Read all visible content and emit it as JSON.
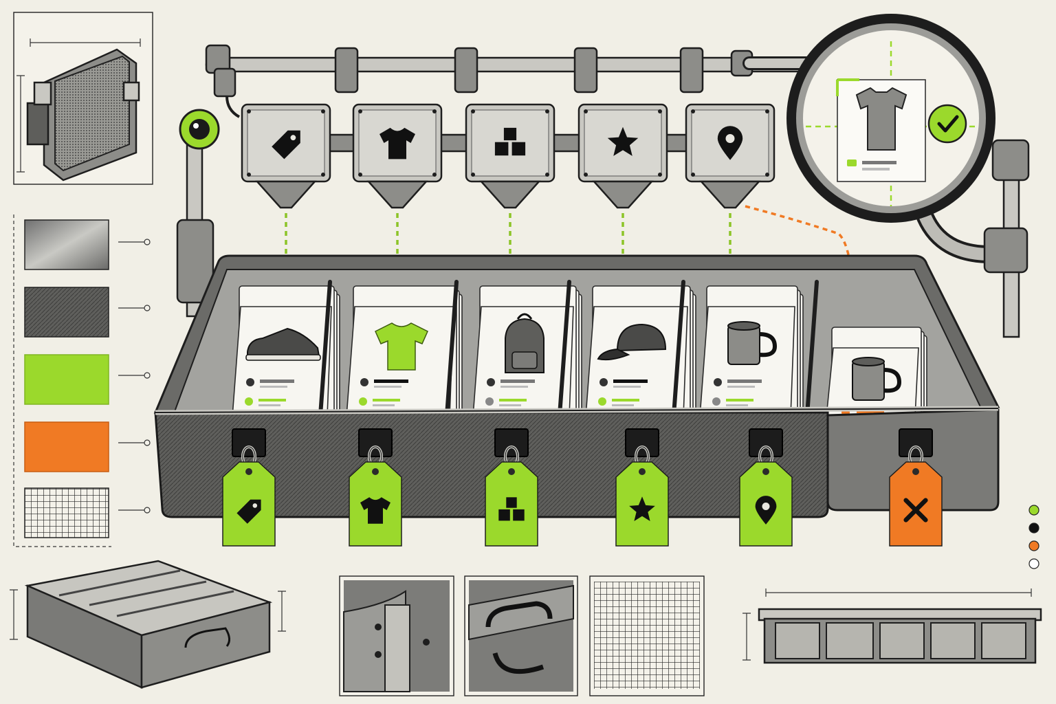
{
  "colors": {
    "accent_green": "#9bd92c",
    "accent_orange": "#f07a24",
    "metal": "#8d8d89",
    "ink": "#111111",
    "paper": "#f1efe6"
  },
  "scanner_heads": [
    {
      "icon": "price-tag-icon"
    },
    {
      "icon": "tshirt-icon"
    },
    {
      "icon": "boxes-icon"
    },
    {
      "icon": "star-icon"
    },
    {
      "icon": "location-pin-icon"
    }
  ],
  "bins": [
    {
      "product": "sneaker",
      "tag_color": "#9bd92c",
      "tag_icon": "price-tag-icon"
    },
    {
      "product": "tshirt",
      "tag_color": "#9bd92c",
      "tag_icon": "tshirt-icon"
    },
    {
      "product": "backpack",
      "tag_color": "#9bd92c",
      "tag_icon": "boxes-icon"
    },
    {
      "product": "cap",
      "tag_color": "#9bd92c",
      "tag_icon": "star-icon"
    },
    {
      "product": "mug",
      "tag_color": "#9bd92c",
      "tag_icon": "location-pin-icon"
    },
    {
      "product": "mug",
      "tag_color": "#f07a24",
      "tag_icon": "x-mark-icon"
    }
  ],
  "magnifier": {
    "item": "tshirt",
    "status": "check-icon"
  },
  "swatches": [
    {
      "name": "brushed-metal",
      "color": "#8d8d89"
    },
    {
      "name": "dark-texture",
      "color": "#5e5e5b"
    },
    {
      "name": "lime-green",
      "color": "#9bd92c"
    },
    {
      "name": "orange",
      "color": "#f07a24"
    },
    {
      "name": "grid-mesh",
      "color": "#f4f2ea"
    }
  ],
  "legend_dots": [
    "#9bd92c",
    "#111111",
    "#f07a24",
    "#ffffff"
  ]
}
